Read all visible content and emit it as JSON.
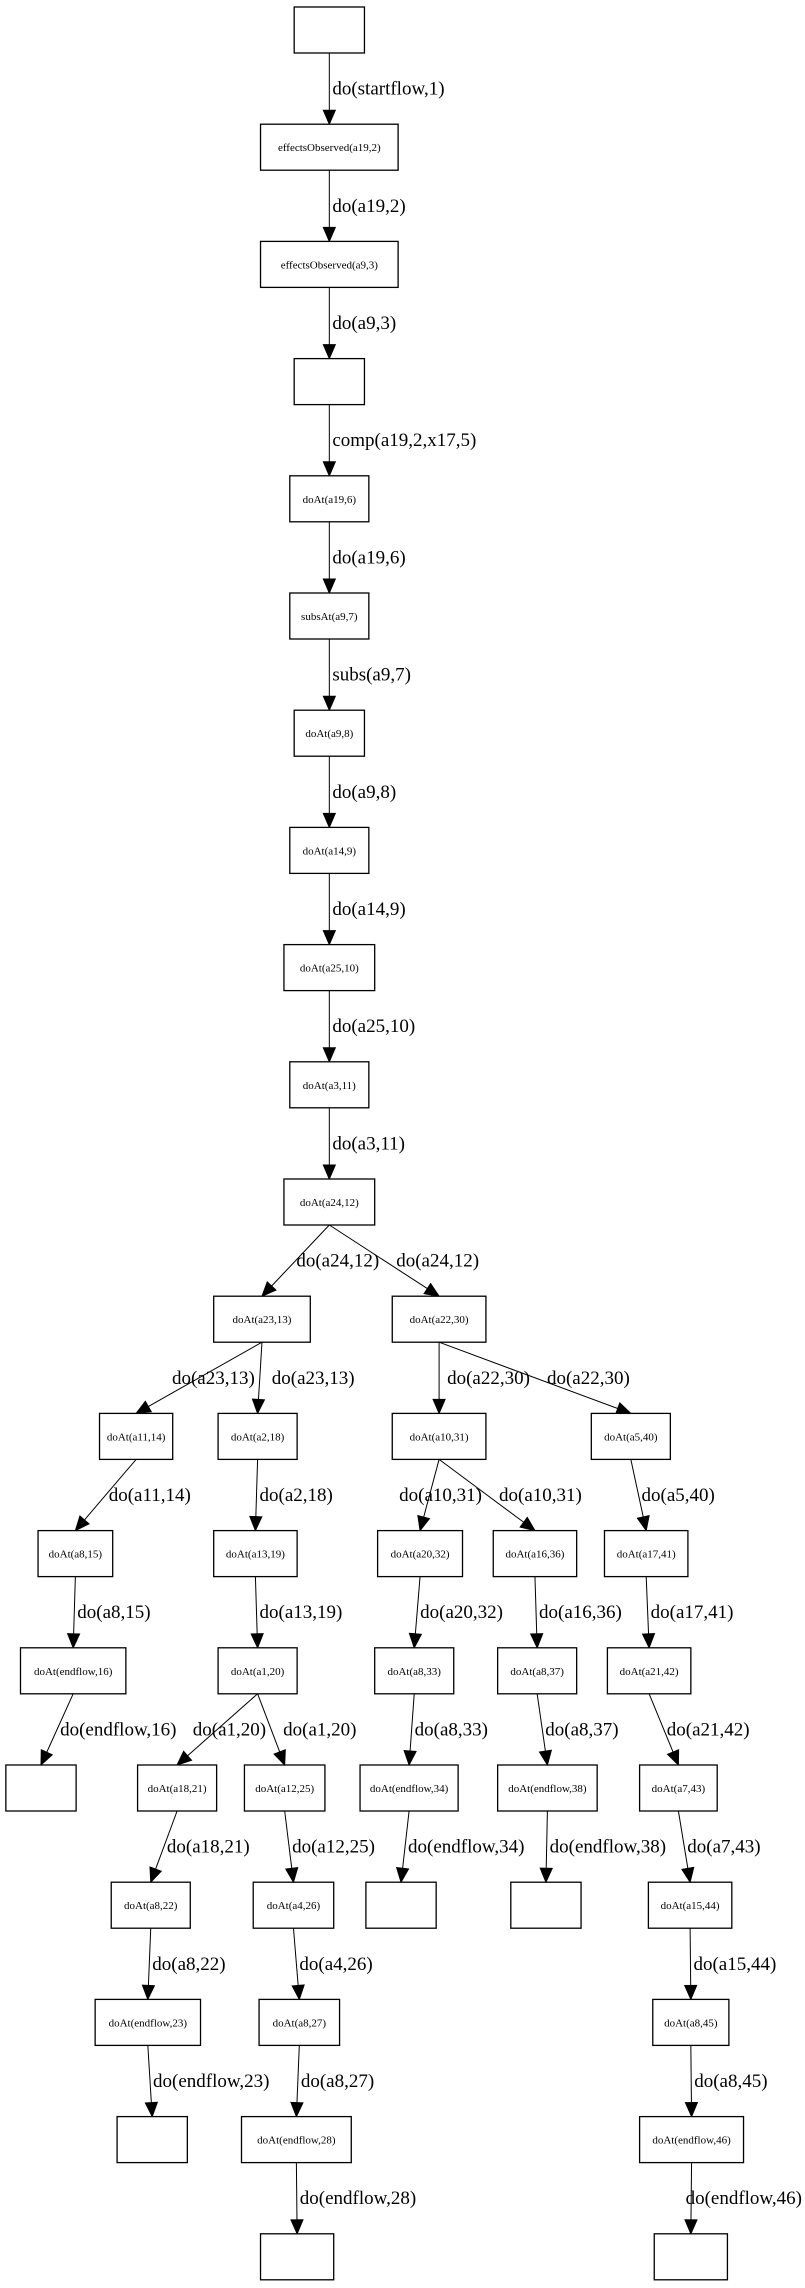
{
  "graph": {
    "type": "directed-tree",
    "nodes": [
      {
        "id": "n0",
        "label": ""
      },
      {
        "id": "n1",
        "label": "effectsObserved(a19,2)"
      },
      {
        "id": "n2",
        "label": "effectsObserved(a9,3)"
      },
      {
        "id": "n3",
        "label": ""
      },
      {
        "id": "n4",
        "label": "doAt(a19,6)"
      },
      {
        "id": "n5",
        "label": "subsAt(a9,7)"
      },
      {
        "id": "n6",
        "label": "doAt(a9,8)"
      },
      {
        "id": "n7",
        "label": "doAt(a14,9)"
      },
      {
        "id": "n8",
        "label": "doAt(a25,10)"
      },
      {
        "id": "n9",
        "label": "doAt(a3,11)"
      },
      {
        "id": "n10",
        "label": "doAt(a24,12)"
      },
      {
        "id": "a23_13",
        "label": "doAt(a23,13)"
      },
      {
        "id": "a22_30",
        "label": "doAt(a22,30)"
      },
      {
        "id": "a11_14",
        "label": "doAt(a11,14)"
      },
      {
        "id": "a2_18",
        "label": "doAt(a2,18)"
      },
      {
        "id": "a10_31",
        "label": "doAt(a10,31)"
      },
      {
        "id": "a5_40",
        "label": "doAt(a5,40)"
      },
      {
        "id": "a8_15",
        "label": "doAt(a8,15)"
      },
      {
        "id": "a13_19",
        "label": "doAt(a13,19)"
      },
      {
        "id": "a20_32",
        "label": "doAt(a20,32)"
      },
      {
        "id": "a16_36",
        "label": "doAt(a16,36)"
      },
      {
        "id": "a17_41",
        "label": "doAt(a17,41)"
      },
      {
        "id": "ef16",
        "label": "doAt(endflow,16)"
      },
      {
        "id": "a1_20",
        "label": "doAt(a1,20)"
      },
      {
        "id": "a8_33",
        "label": "doAt(a8,33)"
      },
      {
        "id": "a8_37",
        "label": "doAt(a8,37)"
      },
      {
        "id": "a21_42",
        "label": "doAt(a21,42)"
      },
      {
        "id": "b16",
        "label": ""
      },
      {
        "id": "a18_21",
        "label": "doAt(a18,21)"
      },
      {
        "id": "a12_25",
        "label": "doAt(a12,25)"
      },
      {
        "id": "ef34",
        "label": "doAt(endflow,34)"
      },
      {
        "id": "ef38",
        "label": "doAt(endflow,38)"
      },
      {
        "id": "a7_43",
        "label": "doAt(a7,43)"
      },
      {
        "id": "a8_22",
        "label": "doAt(a8,22)"
      },
      {
        "id": "a4_26",
        "label": "doAt(a4,26)"
      },
      {
        "id": "b34",
        "label": ""
      },
      {
        "id": "b38",
        "label": ""
      },
      {
        "id": "a15_44",
        "label": "doAt(a15,44)"
      },
      {
        "id": "ef23",
        "label": "doAt(endflow,23)"
      },
      {
        "id": "a8_27",
        "label": "doAt(a8,27)"
      },
      {
        "id": "a8_45",
        "label": "doAt(a8,45)"
      },
      {
        "id": "b23",
        "label": ""
      },
      {
        "id": "ef28",
        "label": "doAt(endflow,28)"
      },
      {
        "id": "ef46",
        "label": "doAt(endflow,46)"
      },
      {
        "id": "b28",
        "label": ""
      },
      {
        "id": "b46",
        "label": ""
      }
    ],
    "edges": [
      {
        "from": "n0",
        "to": "n1",
        "label": "do(startflow,1)"
      },
      {
        "from": "n1",
        "to": "n2",
        "label": "do(a19,2)"
      },
      {
        "from": "n2",
        "to": "n3",
        "label": "do(a9,3)"
      },
      {
        "from": "n3",
        "to": "n4",
        "label": "comp(a19,2,x17,5)"
      },
      {
        "from": "n4",
        "to": "n5",
        "label": "do(a19,6)"
      },
      {
        "from": "n5",
        "to": "n6",
        "label": "subs(a9,7)"
      },
      {
        "from": "n6",
        "to": "n7",
        "label": "do(a9,8)"
      },
      {
        "from": "n7",
        "to": "n8",
        "label": "do(a14,9)"
      },
      {
        "from": "n8",
        "to": "n9",
        "label": "do(a25,10)"
      },
      {
        "from": "n9",
        "to": "n10",
        "label": "do(a3,11)"
      },
      {
        "from": "n10",
        "to": "a23_13",
        "label": "do(a24,12)"
      },
      {
        "from": "n10",
        "to": "a22_30",
        "label": "do(a24,12)"
      },
      {
        "from": "a23_13",
        "to": "a11_14",
        "label": "do(a23,13)"
      },
      {
        "from": "a23_13",
        "to": "a2_18",
        "label": "do(a23,13)"
      },
      {
        "from": "a11_14",
        "to": "a8_15",
        "label": "do(a11,14)"
      },
      {
        "from": "a8_15",
        "to": "ef16",
        "label": "do(a8,15)"
      },
      {
        "from": "ef16",
        "to": "b16",
        "label": "do(endflow,16)"
      },
      {
        "from": "a2_18",
        "to": "a13_19",
        "label": "do(a2,18)"
      },
      {
        "from": "a13_19",
        "to": "a1_20",
        "label": "do(a13,19)"
      },
      {
        "from": "a1_20",
        "to": "a18_21",
        "label": "do(a1,20)"
      },
      {
        "from": "a1_20",
        "to": "a12_25",
        "label": "do(a1,20)"
      },
      {
        "from": "a18_21",
        "to": "a8_22",
        "label": "do(a18,21)"
      },
      {
        "from": "a8_22",
        "to": "ef23",
        "label": "do(a8,22)"
      },
      {
        "from": "ef23",
        "to": "b23",
        "label": "do(endflow,23)"
      },
      {
        "from": "a12_25",
        "to": "a4_26",
        "label": "do(a12,25)"
      },
      {
        "from": "a4_26",
        "to": "a8_27",
        "label": "do(a4,26)"
      },
      {
        "from": "a8_27",
        "to": "ef28",
        "label": "do(a8,27)"
      },
      {
        "from": "ef28",
        "to": "b28",
        "label": "do(endflow,28)"
      },
      {
        "from": "a22_30",
        "to": "a10_31",
        "label": "do(a22,30)"
      },
      {
        "from": "a22_30",
        "to": "a5_40",
        "label": "do(a22,30)"
      },
      {
        "from": "a10_31",
        "to": "a20_32",
        "label": "do(a10,31)"
      },
      {
        "from": "a10_31",
        "to": "a16_36",
        "label": "do(a10,31)"
      },
      {
        "from": "a20_32",
        "to": "a8_33",
        "label": "do(a20,32)"
      },
      {
        "from": "a8_33",
        "to": "ef34",
        "label": "do(a8,33)"
      },
      {
        "from": "ef34",
        "to": "b34",
        "label": "do(endflow,34)"
      },
      {
        "from": "a16_36",
        "to": "a8_37",
        "label": "do(a16,36)"
      },
      {
        "from": "a8_37",
        "to": "ef38",
        "label": "do(a8,37)"
      },
      {
        "from": "ef38",
        "to": "b38",
        "label": "do(endflow,38)"
      },
      {
        "from": "a5_40",
        "to": "a17_41",
        "label": "do(a5,40)"
      },
      {
        "from": "a17_41",
        "to": "a21_42",
        "label": "do(a17,41)"
      },
      {
        "from": "a21_42",
        "to": "a7_43",
        "label": "do(a21,42)"
      },
      {
        "from": "a7_43",
        "to": "a15_44",
        "label": "do(a7,43)"
      },
      {
        "from": "a15_44",
        "to": "a8_45",
        "label": "do(a15,44)"
      },
      {
        "from": "a8_45",
        "to": "ef46",
        "label": "do(a8,45)"
      },
      {
        "from": "ef46",
        "to": "b46",
        "label": "do(endflow,46)"
      }
    ]
  }
}
